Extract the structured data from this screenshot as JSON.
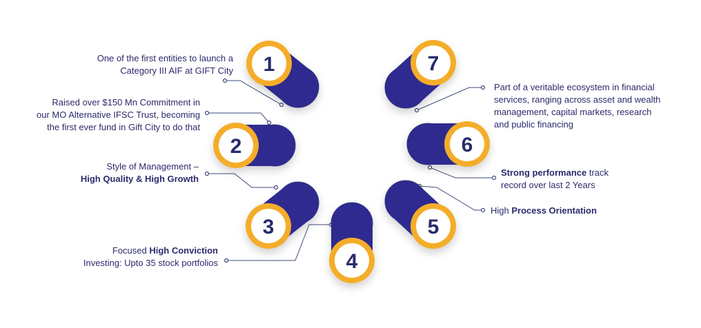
{
  "colors": {
    "navy": "#2d2a8f",
    "gold": "#f4ad2a",
    "text": "#2b2a6b",
    "line": "#3d4a7a"
  },
  "items": [
    {
      "number": "1",
      "line1": "One of the first entities to launch a",
      "line2": "Category III AIF at GIFT City"
    },
    {
      "number": "2",
      "line1": "Raised over $150 Mn Commitment in",
      "line2": "our MO Alternative IFSC Trust, becoming",
      "line3": "the first ever fund in Gift City to do that"
    },
    {
      "number": "3",
      "line1_plain": "Style of Management –",
      "line2_bold": "High Quality & High Growth"
    },
    {
      "number": "4",
      "line1_plain": "Focused ",
      "line1_bold": "High Conviction",
      "line2": "Investing: Upto 35 stock portfolios"
    },
    {
      "number": "5",
      "line1_plain": "High ",
      "line1_bold": "Process Orientation"
    },
    {
      "number": "6",
      "line1_bold": "Strong performance",
      "line1_plain": " track",
      "line2": "record over last 2 Years"
    },
    {
      "number": "7",
      "line1": "Part of a veritable ecosystem in financial",
      "line2": "services, ranging across asset and wealth",
      "line3": "management, capital markets, research",
      "line4": "and public financing"
    }
  ]
}
